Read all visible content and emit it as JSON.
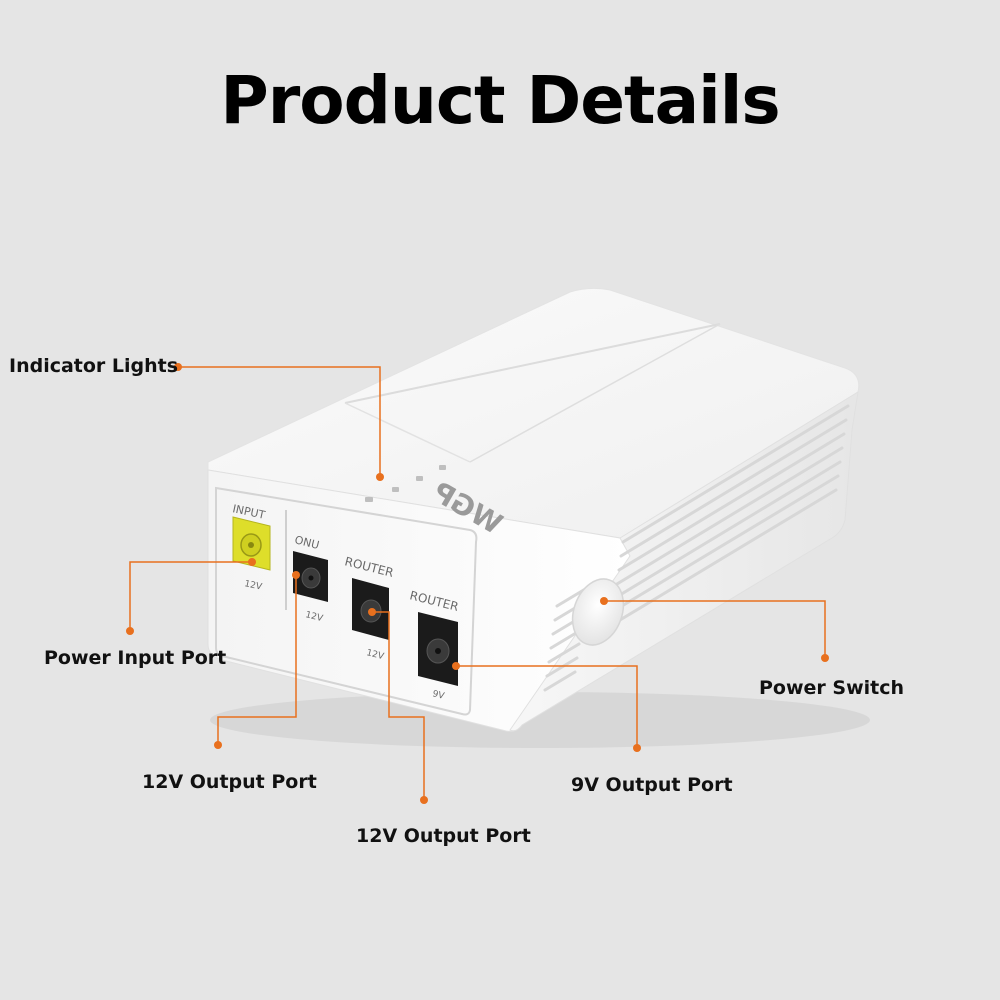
{
  "page": {
    "title": "Product Details",
    "accent_color": "#e8701e"
  },
  "product": {
    "brand_logo": "WGP",
    "port_labels": {
      "input": "INPUT",
      "input_voltage": "12V",
      "onu": "ONU",
      "onu_voltage": "12V",
      "router1": "ROUTER",
      "router1_voltage": "12V",
      "router2": "ROUTER",
      "router2_voltage": "9V"
    }
  },
  "callouts": {
    "indicator_lights": "Indicator Lights",
    "power_input_port": "Power Input Port",
    "output_12v_onu": "12V Output Port",
    "output_12v_router": "12V Output Port",
    "output_9v": "9V Output Port",
    "power_switch": "Power Switch"
  }
}
